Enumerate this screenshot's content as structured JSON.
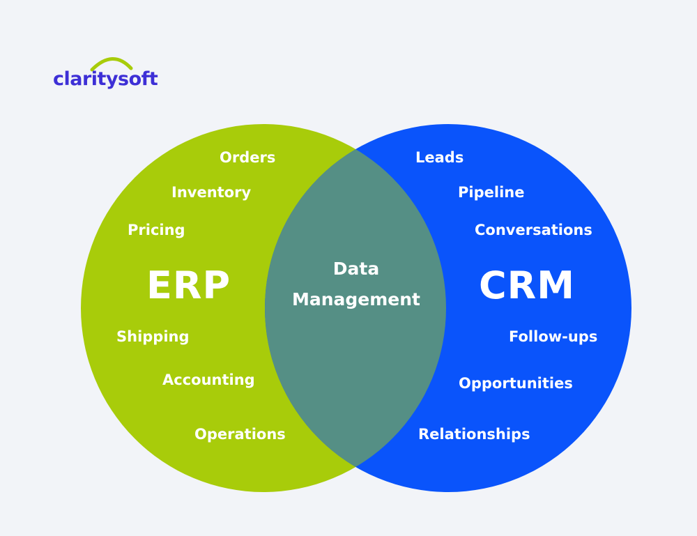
{
  "logo": {
    "text": "claritysoft"
  },
  "venn": {
    "left": {
      "title": "ERP",
      "color": "#a8cc0a",
      "items": [
        "Orders",
        "Inventory",
        "Pricing",
        "Shipping",
        "Accounting",
        "Operations"
      ]
    },
    "right": {
      "title": "CRM",
      "color": "#0a54fb",
      "items": [
        "Leads",
        "Pipeline",
        "Conversations",
        "Follow-ups",
        "Opportunities",
        "Relationships"
      ]
    },
    "overlap": {
      "line1": "Data",
      "line2": "Management",
      "color": "#558f85"
    }
  }
}
